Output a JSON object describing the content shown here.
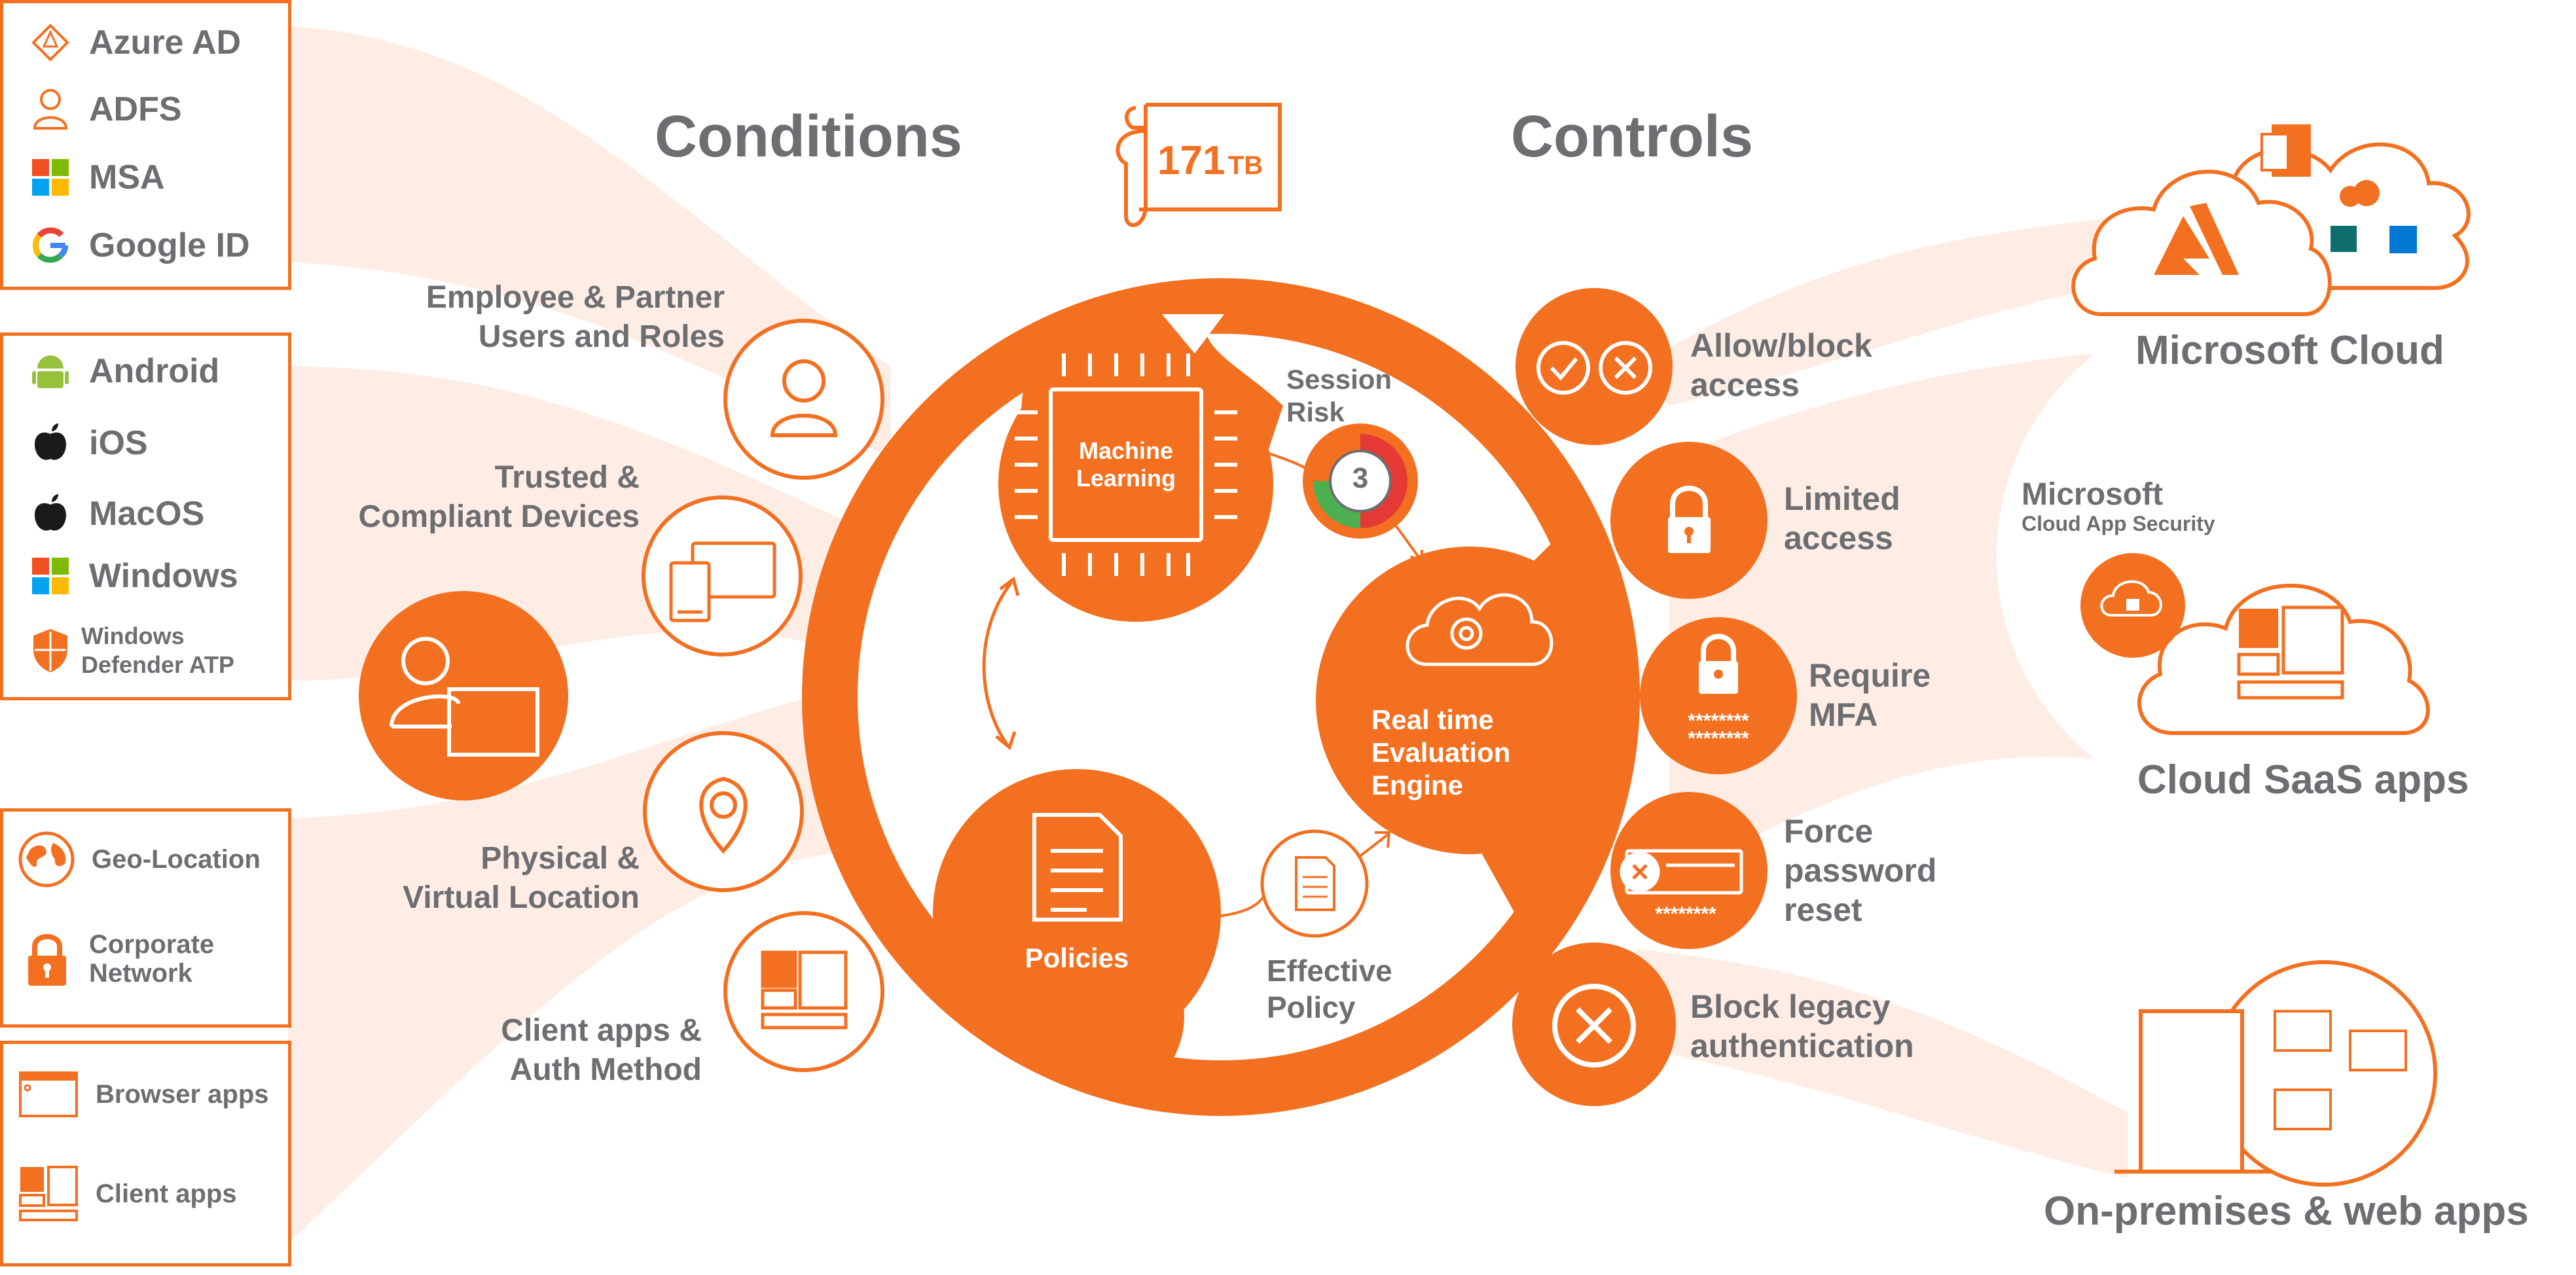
{
  "headings": {
    "conditions": "Conditions",
    "controls": "Controls"
  },
  "storage": {
    "value": "171",
    "unit": "TB"
  },
  "identity_providers": [
    {
      "label": "Azure AD",
      "icon": "azure-ad-icon"
    },
    {
      "label": "ADFS",
      "icon": "person-icon"
    },
    {
      "label": "MSA",
      "icon": "windows-logo-icon"
    },
    {
      "label": "Google ID",
      "icon": "google-logo-icon"
    }
  ],
  "platforms": [
    {
      "label": "Android",
      "icon": "android-icon"
    },
    {
      "label": "iOS",
      "icon": "apple-icon"
    },
    {
      "label": "MacOS",
      "icon": "apple-icon"
    },
    {
      "label": "Windows",
      "icon": "windows-logo-icon"
    },
    {
      "label": "Windows\nDefender ATP",
      "icon": "shield-icon"
    }
  ],
  "locations": [
    {
      "label": "Geo-Location",
      "icon": "globe-icon"
    },
    {
      "label": "Corporate\nNetwork",
      "icon": "lock-icon"
    }
  ],
  "app_types": [
    {
      "label": "Browser apps",
      "icon": "browser-window-icon"
    },
    {
      "label": "Client apps",
      "icon": "client-apps-icon"
    }
  ],
  "conditions": {
    "users": "Employee & Partner\nUsers and Roles",
    "devices": "Trusted &\nCompliant Devices",
    "location": "Physical &\nVirtual Location",
    "client_apps": "Client apps &\nAuth Method"
  },
  "engine": {
    "machine_learning": "Machine\nLearning",
    "session_risk": "Session\nRisk",
    "risk_score": "3",
    "evaluation": "Real time\nEvaluation\nEngine",
    "policies": "Policies",
    "effective_policy": "Effective\nPolicy"
  },
  "controls": {
    "allow_block": "Allow/block\naccess",
    "limited": "Limited\naccess",
    "mfa": "Require\nMFA",
    "password": "Force\npassword\nreset",
    "legacy": "Block legacy\nauthentication",
    "masked": "********"
  },
  "destinations": {
    "microsoft_cloud": "Microsoft Cloud",
    "mcas_title": "Microsoft",
    "mcas_subtitle": "Cloud App Security",
    "saas": "Cloud SaaS apps",
    "onprem": "On-premises & web apps"
  },
  "colors": {
    "accent": "#f37021",
    "text": "#6d6e71",
    "flow": "#fde7dc",
    "risk_green": "#4caf50",
    "risk_red": "#e53935"
  }
}
